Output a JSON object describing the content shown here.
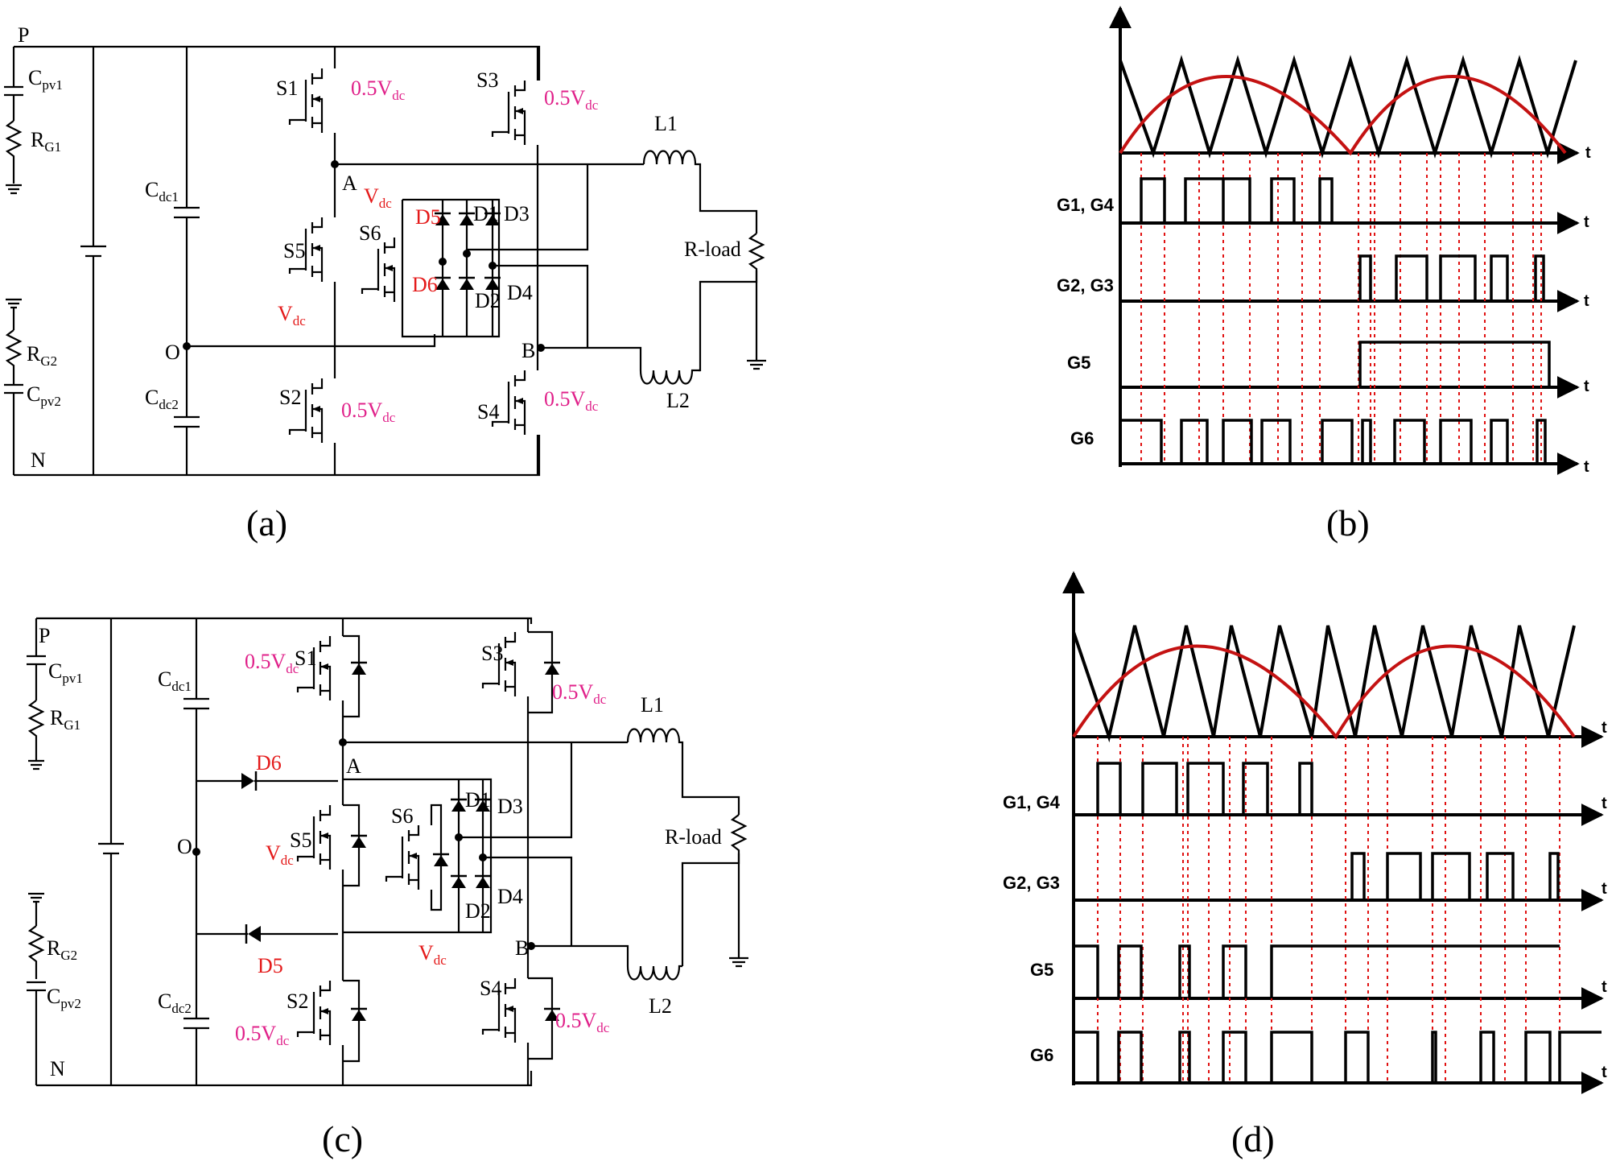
{
  "panel_a": {
    "caption": "(a)",
    "labels": {
      "P": "P",
      "N": "N",
      "O": "O",
      "A": "A",
      "B": "B",
      "cpv1": "C",
      "cpv1_sub": "pv1",
      "rg1": "R",
      "rg1_sub": "G1",
      "rg2": "R",
      "rg2_sub": "G2",
      "cpv2": "C",
      "cpv2_sub": "pv2",
      "cdc1": "C",
      "cdc1_sub": "dc1",
      "cdc2": "C",
      "cdc2_sub": "dc2",
      "s1": "S1",
      "s2": "S2",
      "s3": "S3",
      "s4": "S4",
      "s5": "S5",
      "s6": "S6",
      "d1": "D1",
      "d2": "D2",
      "d3": "D3",
      "d4": "D4",
      "d5": "D5",
      "d6": "D6",
      "l1": "L1",
      "l2": "L2",
      "rload": "R-load",
      "v_half": "0.5V",
      "v_sub": "dc",
      "v_full": "V"
    }
  },
  "panel_b": {
    "caption": "(b)",
    "gates": [
      "G1, G4",
      "G2, G3",
      "G5",
      "G6"
    ],
    "axis_label": "t"
  },
  "panel_c": {
    "caption": "(c)",
    "labels": {
      "P": "P",
      "N": "N",
      "O": "O",
      "A": "A",
      "B": "B",
      "cpv1": "C",
      "cpv1_sub": "pv1",
      "rg1": "R",
      "rg1_sub": "G1",
      "rg2": "R",
      "rg2_sub": "G2",
      "cpv2": "C",
      "cpv2_sub": "pv2",
      "cdc1": "C",
      "cdc1_sub": "dc1",
      "cdc2": "C",
      "cdc2_sub": "dc2",
      "s1": "S1",
      "s2": "S2",
      "s3": "S3",
      "s4": "S4",
      "s5": "S5",
      "s6": "S6",
      "d1": "D1",
      "d2": "D2",
      "d3": "D3",
      "d4": "D4",
      "d5": "D5",
      "d6": "D6",
      "l1": "L1",
      "l2": "L2",
      "rload": "R-load",
      "v_half": "0.5V",
      "v_sub": "dc",
      "v_full": "V"
    }
  },
  "panel_d": {
    "caption": "(d)",
    "gates": [
      "G1, G4",
      "G2, G3",
      "G5",
      "G6"
    ],
    "axis_label": "t"
  },
  "colors": {
    "wire": "#000000",
    "carrier": "#000000",
    "reference_sine": "#c41212",
    "voltage_label": "#e0218a",
    "diode_label": "#e41a1a",
    "projection_line": "#e01010"
  }
}
